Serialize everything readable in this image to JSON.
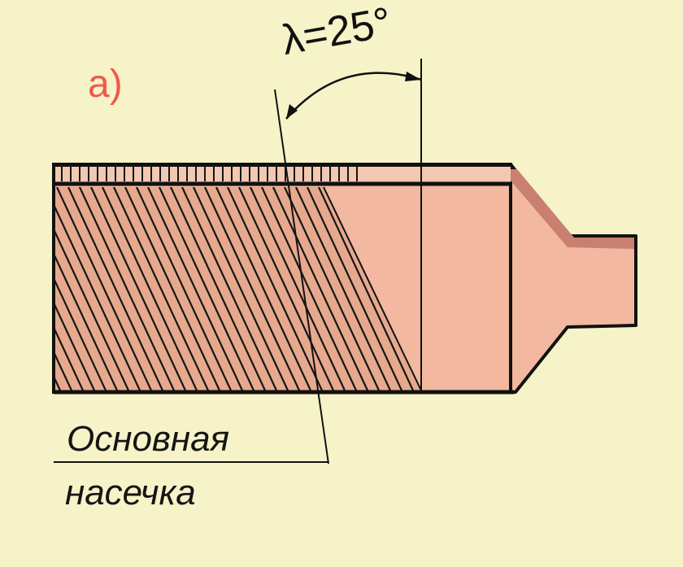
{
  "figure": {
    "part_label": "а)",
    "angle_label": "λ=25°",
    "callout_line1": "Основная",
    "callout_line2": "насечка"
  },
  "colors": {
    "background": "#f6f3c8",
    "body_fill": "#f2b8a0",
    "hatch_fill": "#e7a98e",
    "outline": "#111111",
    "label_red": "#ee5a4e",
    "tang_edge": "#c98070"
  }
}
